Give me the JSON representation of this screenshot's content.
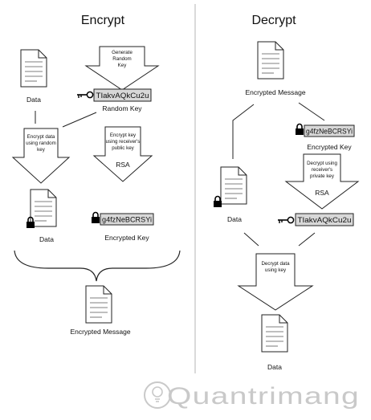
{
  "encrypt": {
    "title": "Encrypt",
    "data_label": "Data",
    "generate_key_lines": [
      "Generate",
      "Random",
      "Key"
    ],
    "random_key_value": "TIakvAQkCu2u",
    "random_key_label": "Random Key",
    "encrypt_data_lines": [
      "Encrypt data",
      "using random",
      "key"
    ],
    "encrypt_key_lines": [
      "Encrypt key",
      "using receiver's",
      "public key"
    ],
    "rsa_label": "RSA",
    "encrypted_data_label": "Data",
    "encrypted_key_value": "g4fzNeBCRSYi",
    "encrypted_key_label": "Encrypted Key",
    "encrypted_message_label": "Encrypted Message"
  },
  "decrypt": {
    "title": "Decrypt",
    "encrypted_message_label": "Encrypted Message",
    "encrypted_key_value": "g4fzNeBCRSYi",
    "encrypted_key_label": "Encrypted Key",
    "decrypt_key_lines": [
      "Decrypt using",
      "receiver's",
      "private key"
    ],
    "rsa_label": "RSA",
    "encrypted_data_label": "Data",
    "random_key_value": "TIakvAQkCu2u",
    "decrypt_data_lines": [
      "Decrypt data",
      "using key"
    ],
    "data_label": "Data"
  },
  "watermark": {
    "text": "Quantrimang"
  },
  "colors": {
    "key_box": "#d8d8d8",
    "line": "#111111",
    "divider": "#b5b5b5",
    "watermark": "#c9c9c9"
  },
  "icons": {
    "document": "document-icon",
    "lock": "lock-icon",
    "key": "key-icon"
  }
}
